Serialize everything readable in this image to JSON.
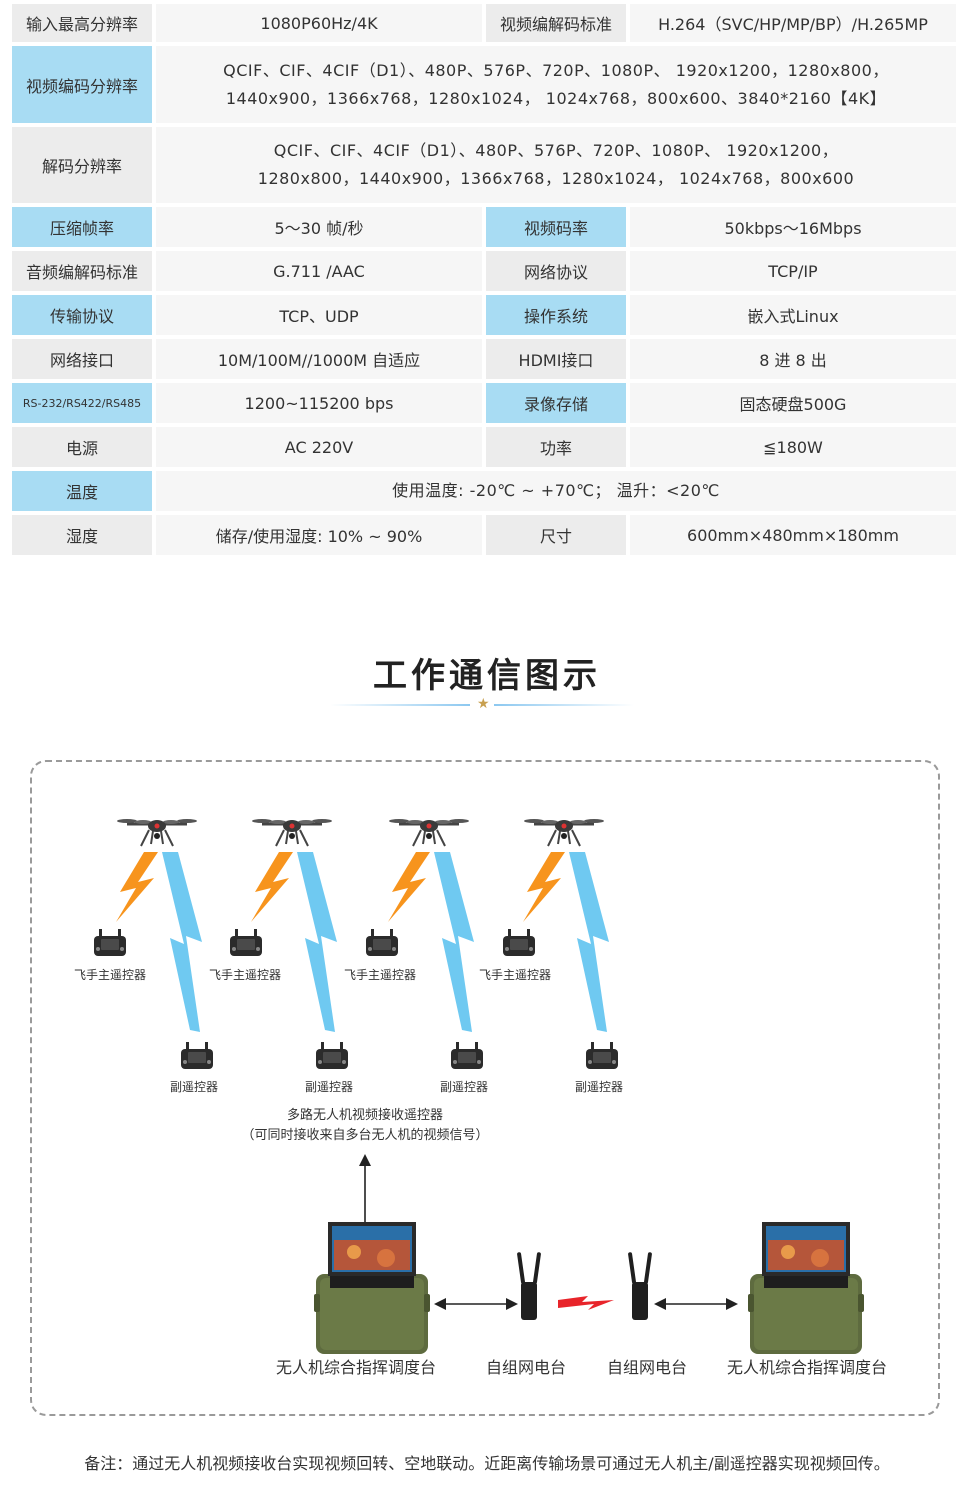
{
  "spec_rows": [
    {
      "label": "输入最高分辨率",
      "value": "1080P60Hz/4K",
      "label2": "视频编解码标准",
      "value2": "H.264（SVC/HP/MP/BP）/H.265MP",
      "tone": "gray"
    },
    {
      "label": "视频编码分辨率",
      "value_lines": [
        "QCIF、CIF、4CIF（D1）、480P、576P、720P、1080P、 1920x1200，1280x800，",
        "1440x900，1366x768，1280x1024， 1024x768，800x600、3840*2160【4K】"
      ],
      "tone": "blue"
    },
    {
      "label": "解码分辨率",
      "value_lines": [
        "QCIF、CIF、4CIF（D1）、480P、576P、720P、1080P、 1920x1200，",
        "1280x800，1440x900，1366x768，1280x1024， 1024x768，800x600"
      ],
      "tone": "gray"
    },
    {
      "label": "压缩帧率",
      "value": "5～30 帧/秒",
      "label2": "视频码率",
      "value2": "50kbps～16Mbps",
      "tone": "blue"
    },
    {
      "label": "音频编解码标准",
      "value": "G.711 /AAC",
      "label2": "网络协议",
      "value2": "TCP/IP",
      "tone": "gray"
    },
    {
      "label": "传输协议",
      "value": "TCP、UDP",
      "label2": "操作系统",
      "value2": "嵌入式Linux",
      "tone": "blue"
    },
    {
      "label": "网络接口",
      "value": "10M/100M//1000M 自适应",
      "label2": "HDMI接口",
      "value2": "8 进 8 出",
      "tone": "gray"
    },
    {
      "label": "RS-232/RS422/RS485",
      "value": "1200~115200 bps",
      "label2": "录像存储",
      "value2": "固态硬盘500G",
      "tone": "blue"
    },
    {
      "label": "电源",
      "value": "AC 220V",
      "label2": "功率",
      "value2": "≦180W",
      "tone": "gray"
    },
    {
      "label": "温度",
      "value_full": "使用温度: -20℃ ~ +70℃；   温升：<20℃",
      "tone": "blue"
    },
    {
      "label": "湿度",
      "value": "储存/使用湿度: 10% ~ 90%",
      "label2": "尺寸",
      "value2": "600mm×480mm×180mm",
      "tone": "gray"
    }
  ],
  "section": {
    "title": "工作通信图示"
  },
  "diagram": {
    "pilot_label": "飞手主遥控器",
    "secondary_label": "副遥控器",
    "receiver_line1": "多路无人机视频接收遥控器",
    "receiver_line2": "（可同时接收来自多台无人机的视频信号）",
    "command_left": "无人机综合指挥调度台",
    "radio_left": "自组网电台",
    "radio_right": "自组网电台",
    "command_right": "无人机综合指挥调度台"
  },
  "note": "备注：通过无人机视频接收台实现视频回转、空地联动。近距离传输场景可通过无人机主/副遥控器实现视频回传。",
  "colors": {
    "blue_label": "#a8dcf3",
    "gray_label": "#ececec",
    "cell_bg": "#f6f6f6",
    "orange_bolt": "#f7941d",
    "blue_bolt": "#5fc3ef",
    "red_link": "#e8242a",
    "case_green": "#5e6b3f"
  }
}
